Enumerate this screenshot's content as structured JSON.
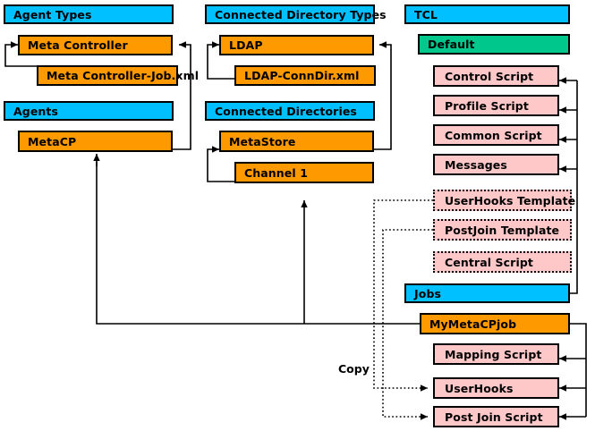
{
  "diagram": {
    "title": "Agent / Directory / TCL structure diagram",
    "colors": {
      "header_blue": "#00C0FF",
      "item_orange": "#FF9900",
      "default_green": "#00C78C",
      "script_pink": "#FFC8C8",
      "line": "#000000"
    },
    "annotations": {
      "copy_label": "Copy"
    },
    "columns": [
      {
        "name": "agents-column",
        "groups": [
          {
            "header": "Agent Types",
            "items": [
              "Meta Controller",
              "Meta Controller-Job.xml"
            ]
          },
          {
            "header": "Agents",
            "items": [
              "MetaCP"
            ]
          }
        ]
      },
      {
        "name": "directories-column",
        "groups": [
          {
            "header": "Connected Directory Types",
            "items": [
              "LDAP",
              "LDAP-ConnDir.xml"
            ]
          },
          {
            "header": "Connected Directories",
            "items": [
              "MetaStore",
              "Channel 1"
            ]
          }
        ]
      },
      {
        "name": "tcl-column",
        "groups": [
          {
            "header": "TCL",
            "subheader": "Default",
            "items": [
              "Control Script",
              "Profile Script",
              "Common Script",
              "Messages",
              "UserHooks Template",
              "PostJoin Template",
              "Central Script"
            ]
          },
          {
            "header": "Jobs",
            "items": [
              "MyMetaCPjob",
              "Mapping Script",
              "UserHooks",
              "Post Join Script"
            ]
          }
        ]
      }
    ],
    "boxes": {
      "agent_types": "Agent Types",
      "meta_controller": "Meta Controller",
      "meta_controller_job": "Meta Controller-Job.xml",
      "agents": "Agents",
      "metacp": "MetaCP",
      "connected_directory_types": "Connected Directory Types",
      "ldap": "LDAP",
      "ldap_conndir": "LDAP-ConnDir.xml",
      "connected_directories": "Connected Directories",
      "metastore": "MetaStore",
      "channel1": "Channel 1",
      "tcl": "TCL",
      "default": "Default",
      "control_script": "Control Script",
      "profile_script": "Profile Script",
      "common_script": "Common Script",
      "messages": "Messages",
      "userhooks_template": "UserHooks Template",
      "postjoin_template": "PostJoin Template",
      "central_script": "Central Script",
      "jobs": "Jobs",
      "mymetacpjob": "MyMetaCPjob",
      "mapping_script": "Mapping Script",
      "userhooks": "UserHooks",
      "post_join_script": "Post Join Script"
    }
  }
}
